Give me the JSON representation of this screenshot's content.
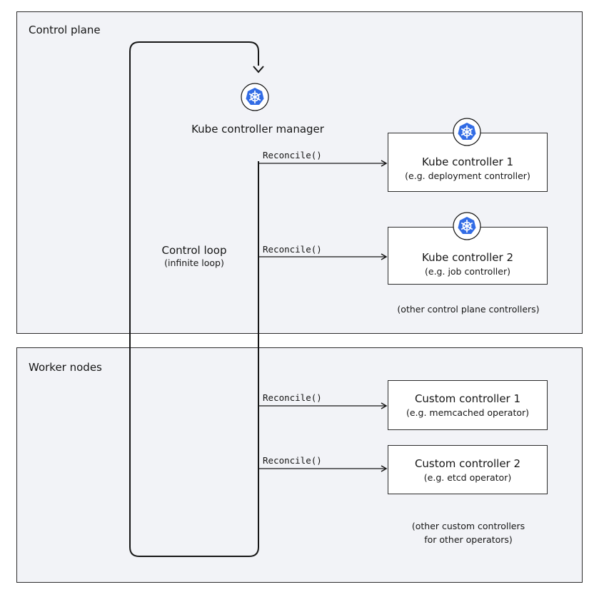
{
  "zones": {
    "control_plane": "Control plane",
    "worker_nodes": "Worker nodes"
  },
  "manager": {
    "label": "Kube controller manager",
    "icon": "kubernetes-icon"
  },
  "loop": {
    "title": "Control loop",
    "subtitle": "(infinite loop)"
  },
  "call_label": "Reconcile()",
  "controllers": [
    {
      "title": "Kube controller 1",
      "subtitle": "(e.g. deployment controller)",
      "icon": "kubernetes-icon"
    },
    {
      "title": "Kube controller 2",
      "subtitle": "(e.g. job controller)",
      "icon": "kubernetes-icon"
    },
    {
      "title": "Custom controller 1",
      "subtitle": "(e.g. memcached operator)"
    },
    {
      "title": "Custom controller 2",
      "subtitle": "(e.g. etcd operator)"
    }
  ],
  "notes": {
    "control_plane_other": "(other control plane controllers)",
    "custom_other_line1": "(other custom controllers",
    "custom_other_line2": "for other operators)"
  },
  "colors": {
    "kubernetes_blue": "#326ce5",
    "zone_fill": "#f2f3f7",
    "line": "#161616"
  }
}
